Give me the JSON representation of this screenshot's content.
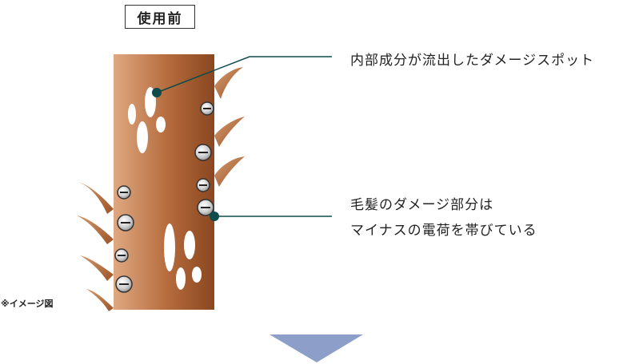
{
  "title": "使用前",
  "annotations": {
    "damage_spot": "内部成分が流出したダメージスポット",
    "charge_line1": "毛髪のダメージ部分は",
    "charge_line2": "マイナスの電荷を帯びている"
  },
  "note": "※イメージ図",
  "charge_symbol": "−",
  "colors": {
    "hair_light": "#dca37a",
    "hair_dark": "#8c4a22",
    "leader_line": "#0e4b4b",
    "arrow": "#8d9fc9"
  }
}
